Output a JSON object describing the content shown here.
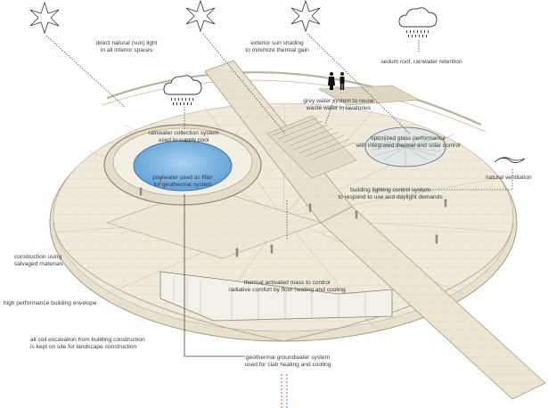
{
  "labels": {
    "daylight": [
      "direct natural (sun) light",
      "in all interior spaces"
    ],
    "shading": [
      "exterior sun shading",
      "to minimize thermal gain"
    ],
    "sedum": [
      "sedum roof, rainwater retention"
    ],
    "greywater": [
      "grey water system to reuse",
      "waste water in lavatories"
    ],
    "rainwater": [
      "rainwater collection system",
      "used to supply pool"
    ],
    "glass": [
      "optimized glass performance",
      "with integrated thermal and solar control"
    ],
    "poolwater": [
      "poolwater used as filter",
      "for geothermal system"
    ],
    "ventilation": [
      "natural ventilation"
    ],
    "lighting": [
      "building lighting control system",
      "to respond to use and daylight demands"
    ],
    "salvaged": [
      "construction using",
      "salvaged materials"
    ],
    "thermal": [
      "thermal activated mass to control",
      "radiative comfort by floor heating and cooling"
    ],
    "envelope": [
      "high performance building envelope"
    ],
    "soil": [
      "all soil excavation from building construction",
      "is kept on site for landscape construction"
    ],
    "geothermal": [
      "geothermal groundwater system",
      "used for slab heating and cooling"
    ]
  },
  "icons": [
    "sun-icon",
    "sun-icon",
    "sun-icon",
    "rain-cloud-icon",
    "rain-cloud-icon",
    "restroom-icon",
    "wind-icon"
  ],
  "colors": {
    "structure": "#e3ddc8",
    "structure_line": "#9e9686",
    "pool": "#7fb7e0",
    "leader": "#444444",
    "pipe_hot": "#d4574a",
    "pipe_cold": "#4a79c9"
  }
}
